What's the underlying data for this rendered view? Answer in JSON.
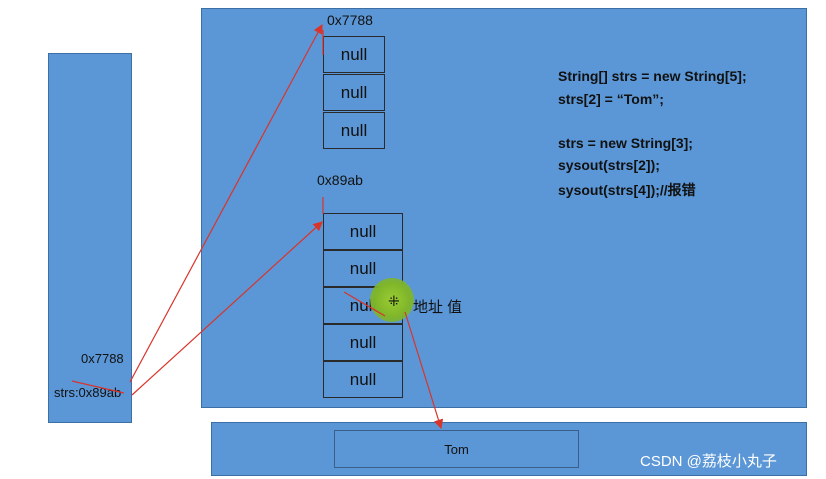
{
  "stack": {
    "old_address": "0x7788",
    "var_label": "strs:0x89ab"
  },
  "heap": {
    "array_5": {
      "address": "0x7788",
      "cells": [
        "null",
        "null",
        "null"
      ]
    },
    "array_3": {
      "address": "0x89ab",
      "cells": [
        "null",
        "null",
        "null",
        "null",
        "null"
      ]
    },
    "annotation": "地址 值"
  },
  "code_lines": [
    "String[] strs = new String[5];",
    "strs[2] = “Tom”;",
    "strs = new String[3];",
    "sysout(strs[2]);",
    "sysout(strs[4]);//报错"
  ],
  "string_pool": {
    "value": "Tom"
  },
  "watermark": "CSDN @荔枝小丸子",
  "colors": {
    "panel": "#5b97d6",
    "arrow": "#d9342b",
    "highlight": "#9acd32"
  }
}
